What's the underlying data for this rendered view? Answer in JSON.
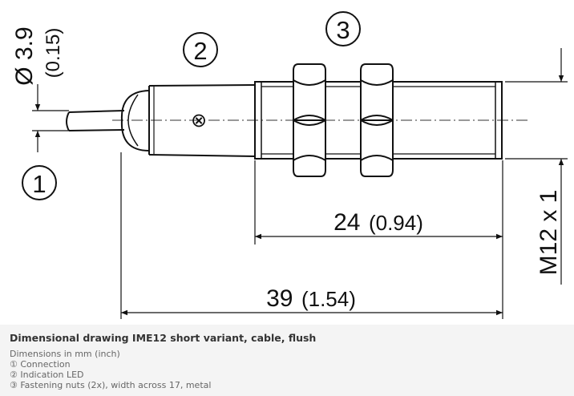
{
  "drawing": {
    "dim_diameter_mm": "Ø 3.9",
    "dim_diameter_in": "(0.15)",
    "callout_1": "1",
    "callout_2": "2",
    "callout_3": "3",
    "dim_thread_length_mm": "24",
    "dim_thread_length_in": "(0.94)",
    "dim_total_length_mm": "39",
    "dim_total_length_in": "(1.54)",
    "dim_thread": "M12 x 1",
    "led_symbol": "⊗"
  },
  "caption": {
    "title": "Dimensional drawing IME12 short variant, cable, flush",
    "units": "Dimensions in mm (inch)",
    "legend": [
      "① Connection",
      "② Indication LED",
      "③ Fastening nuts (2x), width across 17, metal"
    ]
  }
}
